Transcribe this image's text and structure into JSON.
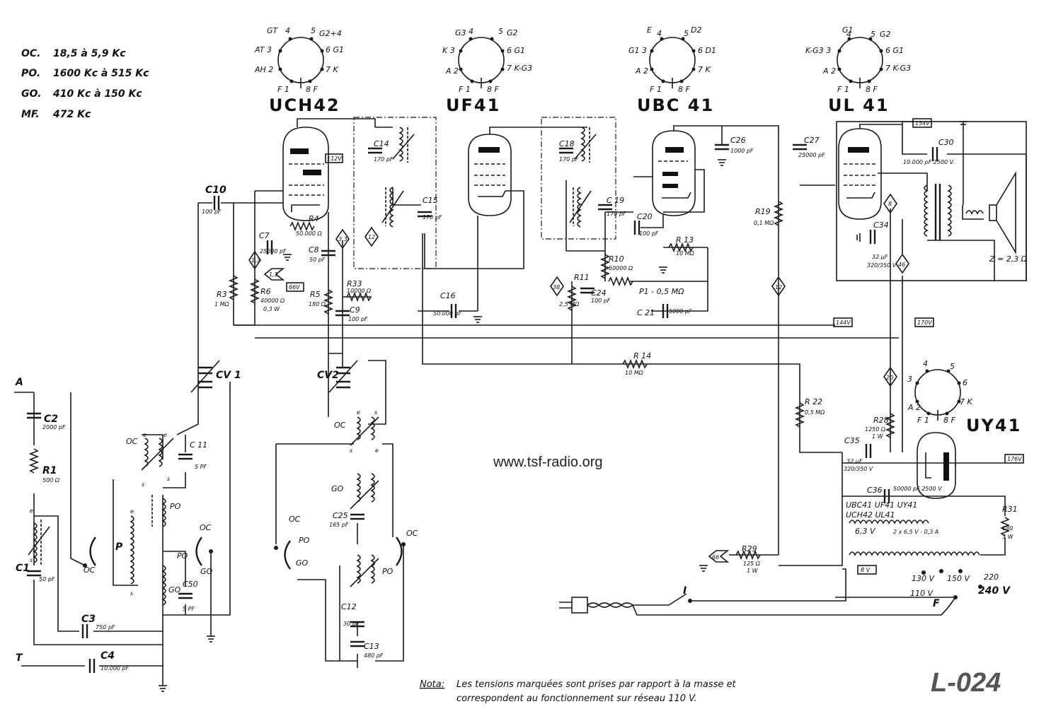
{
  "bands": [
    {
      "name": "OC.",
      "range": "18,5   à   5,9 Kc"
    },
    {
      "name": "PO.",
      "range": "1600 Kc à 515 Kc"
    },
    {
      "name": "GO.",
      "range": "410 Kc  à  150 Kc"
    },
    {
      "name": "MF.",
      "range": "472 Kc"
    }
  ],
  "tubes": {
    "uch42": {
      "name": "UCH42",
      "pins": [
        "GT",
        "4",
        "5",
        "G2+4",
        "AT 3",
        "6 G1",
        "AH 2",
        "7 K",
        "F 1",
        "8 F"
      ]
    },
    "uf41": {
      "name": "UF41",
      "pins": [
        "G3",
        "4",
        "5",
        "G2",
        "K 3",
        "6 G1",
        "A 2",
        "7 K-G3",
        "F 1",
        "8 F"
      ]
    },
    "ubc41": {
      "name": "UBC 41",
      "pins": [
        "E",
        "4",
        "5",
        "D2",
        "G1 3",
        "6 D1",
        "A 2",
        "7 K",
        "F 1",
        "8 F"
      ]
    },
    "ul41": {
      "name": "UL 41",
      "pins": [
        "G1",
        "4",
        "5",
        "G2",
        "K-G3 3",
        "6 G1",
        "A 2",
        "7 K-G3",
        "F 1",
        "8 F"
      ]
    },
    "uy41": {
      "name": "UY41",
      "pins": [
        "4",
        "5",
        "3",
        "6",
        "A 2",
        "7 K",
        "F 1",
        "8 F"
      ]
    }
  },
  "components": {
    "c2": "C2",
    "c2v": "2000 pF",
    "r1": "R1",
    "r1v": "500 Ω",
    "c1": "C1",
    "c1v": "50 pF",
    "c3": "C3",
    "c3v": "750 pF",
    "c4": "C4",
    "c4v": "10.000 pF",
    "c10": "C10",
    "c10v": "100 pF",
    "c7": "C7",
    "c7v": "25000 pF",
    "r3": "R3",
    "r3v": "1 MΩ",
    "r6": "R6",
    "r6v": "40000 Ω",
    "r6w": "0,3 W",
    "r4": "R4",
    "r4v": "50.000 Ω",
    "c8": "C8",
    "c8v": "50 pF",
    "r5": "R5",
    "r5v": "180 Ω",
    "r33": "R33",
    "r33v": "10000 Ω",
    "c9": "C9",
    "c9v": "100 pF",
    "c14": "C14",
    "c14v": "170 pF",
    "c15": "C15",
    "c15v": "170 pF",
    "c16": "C16",
    "c16v": "50.000 pF",
    "c18": "C18",
    "c18v": "170 pF",
    "c19": "C 19",
    "c19v": "170 pF",
    "c20": "C20",
    "c20v": "100 pF",
    "r13": "R 13",
    "r13v": "10 MΩ",
    "r10": "R10",
    "r10v": "50000 Ω",
    "r11": "R11",
    "r11v": "2,5 MΩ",
    "c24": "C24",
    "c24v": "100 pF",
    "p1": "P1 - 0,5 MΩ",
    "c21": "C 21",
    "c21v": "5000 pF",
    "c26": "C26",
    "c26v": "1000 pF",
    "c27": "C27",
    "c27v": "25000 pF",
    "r19": "R19",
    "r19v": "0,1 MΩ",
    "c30": "C30",
    "c30v": "10.000 pF  2500 V.",
    "c34": "C34",
    "c34v": "32 µF",
    "c34w": "320/350 V",
    "z": "Z = 2,3 Ω",
    "r14": "R 14",
    "r14v": "10 MΩ",
    "r22": "R 22",
    "r22v": "0,5 MΩ",
    "r28": "R28",
    "r28v": "1250 Ω",
    "r28w": "1 W",
    "c35": "C35",
    "c35v": "32 µF",
    "c35w": "320/350 V",
    "c36": "C36",
    "c36v": "50000 pF  2500 V",
    "r31": "R31",
    "r31v": "180",
    "r31w": "3 W",
    "r29": "R29",
    "r29v": "125 Ω",
    "r29w": "1 W",
    "c11": "C 11",
    "c11v": "5 PF",
    "c50": "C50",
    "c50v": "5 PF",
    "c25": "C25",
    "c25v": "165 pF",
    "c12": "C12",
    "c12v": "30 pF",
    "c13": "C13",
    "c13v": "480 pF",
    "cv1": "CV 1",
    "cv2": "CV2"
  },
  "coil_labels": {
    "oc": "OC",
    "po": "PO",
    "go": "GO",
    "p": "P",
    "e": "e",
    "s": "s"
  },
  "voltages": {
    "v112": "112V",
    "v66": "66V",
    "v154": "154V",
    "v144": "144V",
    "v170": "170V",
    "v176": "176V",
    "v8": "8 V",
    "v66d": "66"
  },
  "diamonds": [
    "1,3",
    "3,3",
    "12",
    "1,1",
    "38",
    "12",
    "8",
    "46",
    "20"
  ],
  "heater": {
    "tubes_line1": "UBC41   UF41   UY41",
    "tubes_line2": "UCH42    UL41",
    "h63": "6,3 V",
    "h65": "2 x 6,5 V - 0,3 A",
    "taps": [
      "110 V",
      "130 V",
      "150 V",
      "220",
      "240 V"
    ]
  },
  "mains": {
    "antenna": "A",
    "earth": "T",
    "switch": "I",
    "fuse": "F"
  },
  "url": "www.tsf-radio.org",
  "code": "L-024",
  "nota_label": "Nota:",
  "nota_line1": "Les tensions marquées sont prises par rapport à la masse et",
  "nota_line2": "correspondent au fonctionnement sur réseau  110 V."
}
